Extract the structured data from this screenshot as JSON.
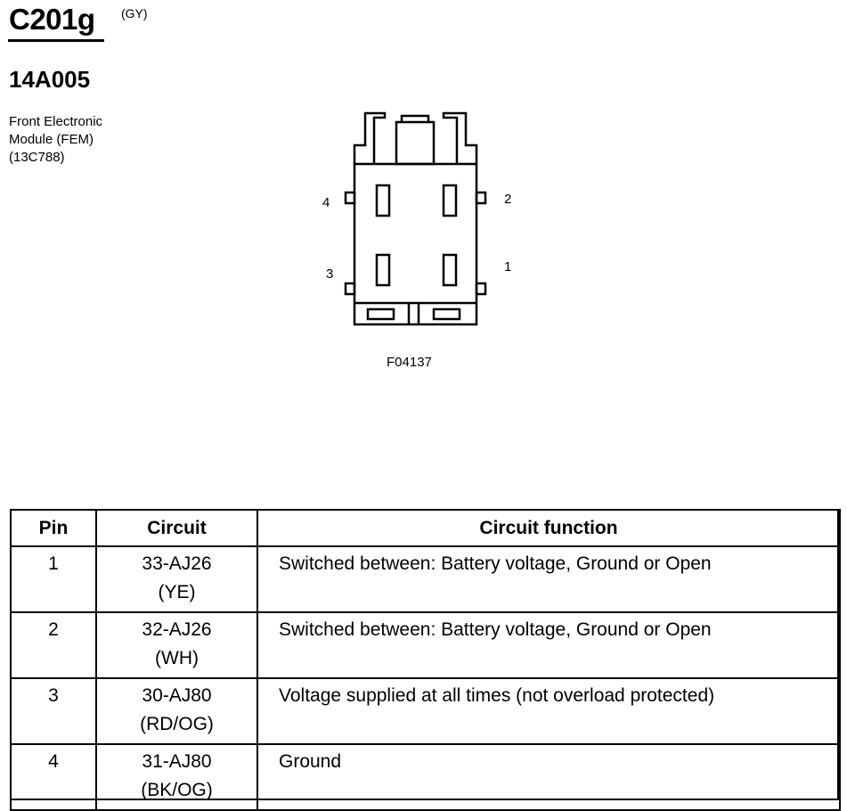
{
  "header": {
    "connector_id": "C201g",
    "connector_color": "(GY)",
    "part_number": "14A005",
    "component_lines": [
      "Front Electronic",
      "Module (FEM)",
      "(13C788)"
    ]
  },
  "diagram": {
    "figure_id": "F04137",
    "pin_labels": {
      "pin1": "1",
      "pin2": "2",
      "pin3": "3",
      "pin4": "4"
    }
  },
  "table": {
    "headers": {
      "pin": "Pin",
      "circuit": "Circuit",
      "function": "Circuit function"
    },
    "rows": [
      {
        "pin": "1",
        "circuit": "33-AJ26",
        "color": "(YE)",
        "function": "Switched between: Battery voltage, Ground or Open"
      },
      {
        "pin": "2",
        "circuit": "32-AJ26",
        "color": "(WH)",
        "function": "Switched between: Battery voltage, Ground or Open"
      },
      {
        "pin": "3",
        "circuit": "30-AJ80",
        "color": "(RD/OG)",
        "function": "Voltage supplied at all times (not overload protected)"
      },
      {
        "pin": "4",
        "circuit": "31-AJ80",
        "color": "(BK/OG)",
        "function": "Ground"
      }
    ]
  }
}
